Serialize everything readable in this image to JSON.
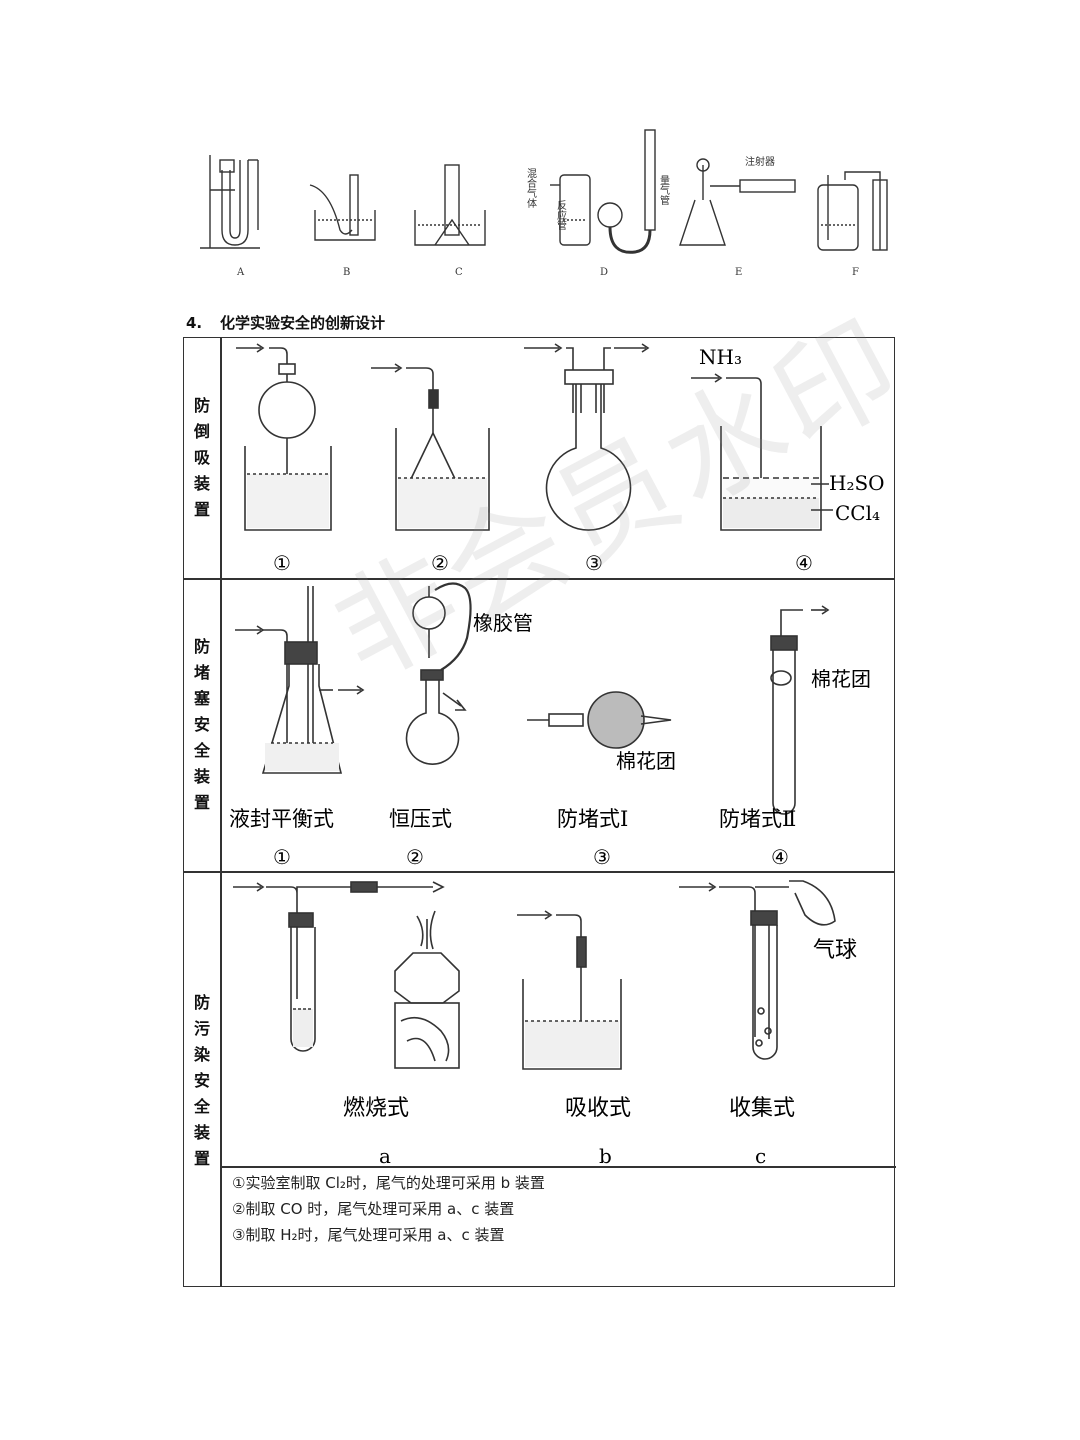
{
  "top_figure": {
    "apparatus_labels": [
      "A",
      "B",
      "C",
      "D",
      "E",
      "F"
    ],
    "d_label_mixed_gas": "混合气体",
    "d_label_reaction_tube": "反应管",
    "d_label_gas_tube": "量气管",
    "e_label_syringe": "注射器"
  },
  "section": {
    "number": "4.",
    "title": "化学实验安全的创新设计"
  },
  "table": {
    "rows": [
      {
        "label": [
          "防",
          "倒",
          "吸",
          "装",
          "置"
        ],
        "items": [
          "①",
          "②",
          "③",
          "④"
        ],
        "labels": {
          "nh3": "NH₃",
          "h2so4": "H₂SO",
          "ccl4": "CCl₄"
        }
      },
      {
        "label": [
          "防",
          "堵",
          "塞",
          "安",
          "全",
          "装",
          "置"
        ],
        "captions": [
          "液封平衡式",
          "恒压式",
          "防堵式Ⅰ",
          "防堵式Ⅱ"
        ],
        "items": [
          "①",
          "②",
          "③",
          "④"
        ],
        "labels": {
          "rubber_tube": "橡胶管",
          "cotton_ball_1": "棉花团",
          "cotton_ball_2": "棉花团"
        }
      },
      {
        "label": [
          "防",
          "污",
          "染",
          "安",
          "全",
          "装",
          "置"
        ],
        "captions": [
          "燃烧式",
          "吸收式",
          "收集式"
        ],
        "items": [
          "a",
          "b",
          "c"
        ],
        "labels": {
          "balloon": "气球"
        }
      }
    ],
    "notes": [
      "①实验室制取 Cl₂时，尾气的处理可采用 b 装置",
      "②制取 CO 时，尾气处理可采用 a、c 装置",
      "③制取 H₂时，尾气处理可采用 a、c 装置"
    ]
  },
  "watermark": "非会员水印"
}
